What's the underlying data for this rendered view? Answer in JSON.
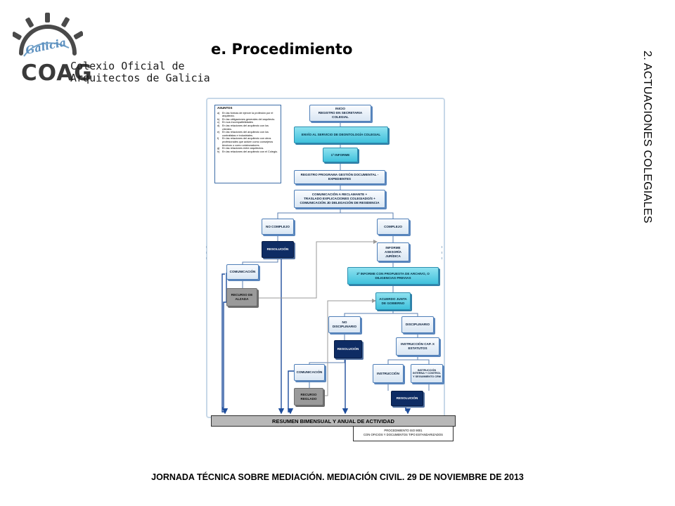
{
  "logo": {
    "script": "Galicia",
    "name_line1": "Colexio Oficial de",
    "name_line2": "Arquitectos de Galicia",
    "abbr": "COAG"
  },
  "header": {
    "title": "e. Procedimiento"
  },
  "sidebar_label": "2. ACTUACIONES COLEGIALES",
  "footer": "JORNADA TÉCNICA SOBRE MEDIACIÓN. MEDIACIÓN CIVIL. 29 DE NOVIEMBRE DE 2013",
  "asuntos": {
    "heading": "ASUNTOS",
    "items": [
      {
        "k": "a)",
        "t": "En las formas de ejercer la profesión por el arquitecto."
      },
      {
        "k": "b)",
        "t": "En las obligaciones generales del arquitecto."
      },
      {
        "k": "c)",
        "t": "En sus incompatibilidades"
      },
      {
        "k": "d)",
        "t": "En las relaciones del arquitecto con los clientes."
      },
      {
        "k": "e)",
        "t": "En las relaciones del arquitecto con los contratistas e industriales."
      },
      {
        "k": "f)",
        "t": "En las relaciones del arquitecto con otros profesionales que actúen como consejeros técnicos o como colaboradores."
      },
      {
        "k": "g)",
        "t": "En las relaciones entre arquitectos."
      },
      {
        "k": "h)",
        "t": "En las relaciones del arquitecto con el Colegio."
      }
    ]
  },
  "nodes": {
    "inicio": "INICIO\nREGISTRO EN SECRETARIA COLEGIAL",
    "envio": "ENVÍO AL SERVICIO DE DEONTOLOGÍA COLEGIAL",
    "informe1": "1ª INFORME",
    "registro": "REGISTRO PROGRAMA GESTIÓN DOCUMENTAL - EXPEDIENTES",
    "comunicacion_top": "COMUNICACIÓN A RECLAMANTE +\nTRASLADO EXPLICACIONES COLEGIADO/S +\nCOMUNICACIÓN JD DELEGACIÓN DE RESIDENCIA",
    "no_complejo": "NO COMPLEJO",
    "complejo": "COMPLEJO",
    "resolucion1": "RESOLUCIÓN",
    "informe_asesoria": "INFORME ASESORÍA JURÍDICA",
    "comunicacion1": "COMUNICACIÓN",
    "informe2": "2ª INFORME CON PROPUESTA DE ARCHIVO, O DILIGENCIAS PREVIAS",
    "recurso_alzada": "RECURSO DE ALZADA",
    "acuerdo": "ACUERDO JUNTA DE GOBIERNO",
    "no_disciplinario": "NO DISCIPLINARIO",
    "disciplinario": "DISCIPLINARIO",
    "resolucion2": "RESOLUCIÓN",
    "instruccion_cap": "INSTRUCCIÓN CAP. X ESTATUTOS",
    "comunicacion2": "COMUNICACIÓN",
    "instruccion": "INSTRUCCIÓN",
    "instruccion_interna": "INSTRUCCIÓN INTERNA + CONTROL Y SEGUIMIENTO CRM",
    "recurso_reglado": "RECURSO REGLADO",
    "resolucion3": "RESOLUCIÓN"
  },
  "resumen": "RESUMEN BIMENSUAL Y ANUAL DE ACTIVIDAD",
  "procedimiento": {
    "line1": "PROCEDIMIENTO ISO 9001",
    "line2": "CON OFICIOS Y DOCUMENTOS TIPO ESTANDARIZADOS"
  },
  "colors": {
    "light_box": "#d9e6f3",
    "teal_box": "#3fc1dc",
    "navy_box": "#0e2c64",
    "gray_box": "#9a9a9a",
    "arrow_blue": "#1f4e9c",
    "connector_gray": "#9a9a9a"
  },
  "icons": {
    "logo": "sunburst-logo-icon"
  }
}
